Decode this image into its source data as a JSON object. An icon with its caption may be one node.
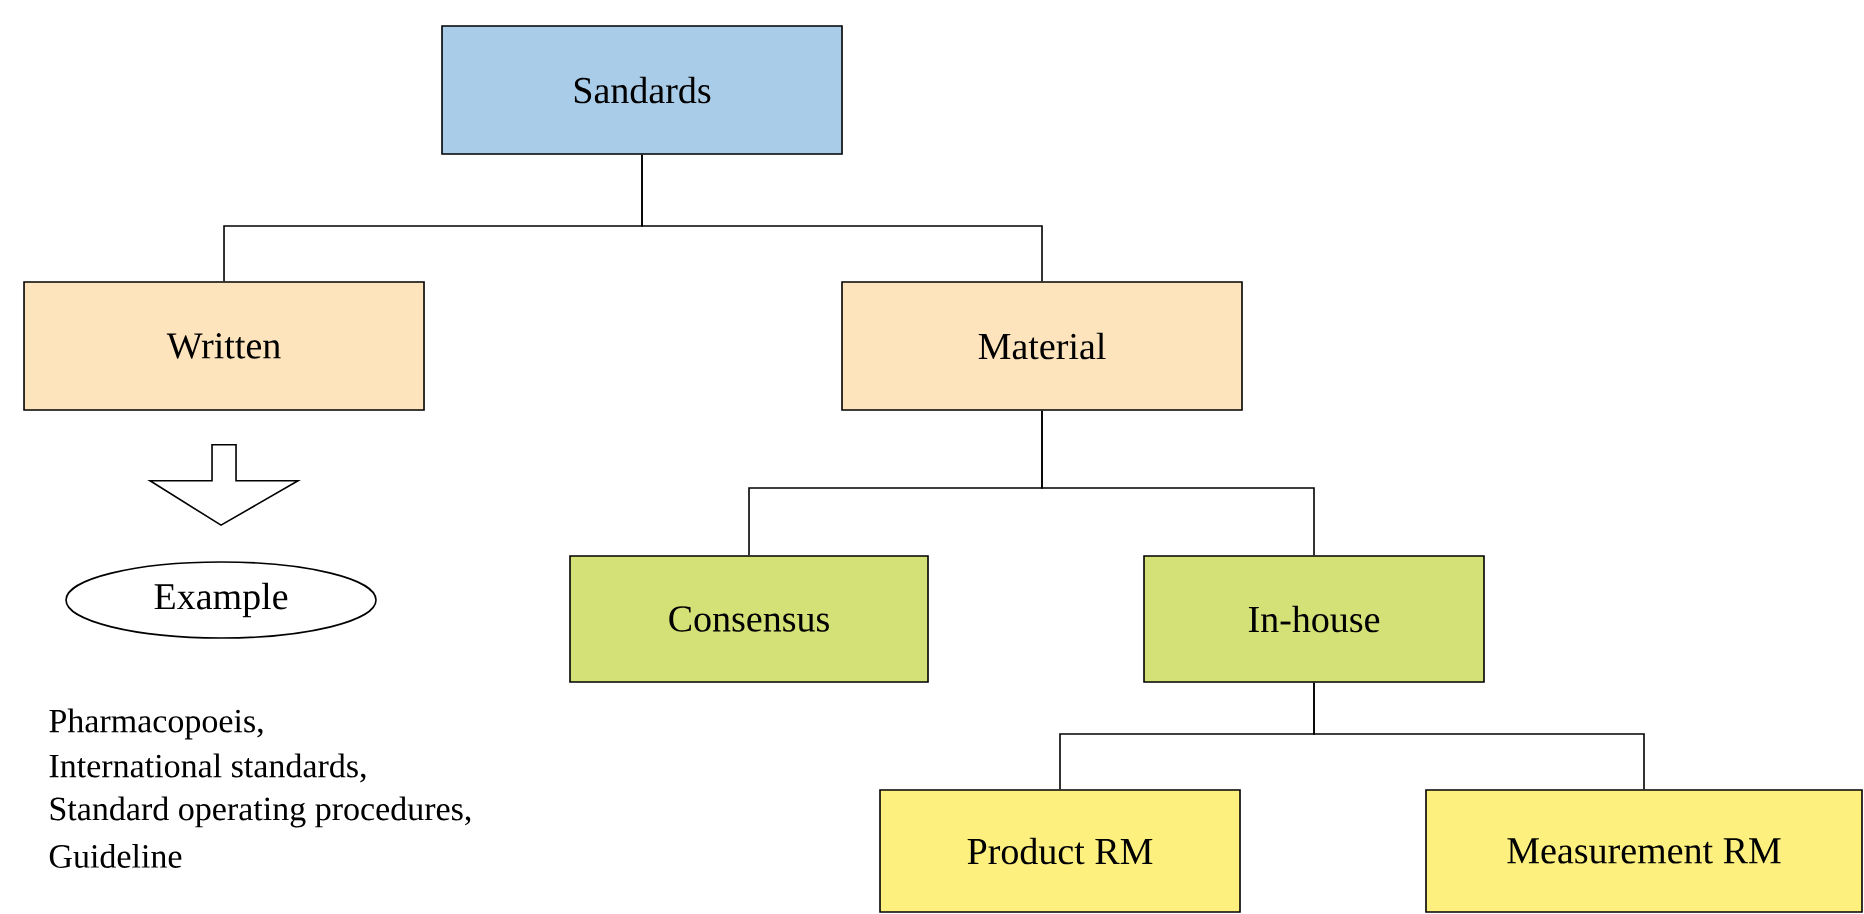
{
  "diagram": {
    "nodes": [
      {
        "text": [
          "Sandards"
        ]
      },
      {
        "text": [
          "Written"
        ]
      },
      {
        "text": [
          "Material"
        ]
      },
      {
        "text": [
          "Consensus"
        ]
      },
      {
        "text": [
          "In-house"
        ]
      },
      {
        "text": [
          "Product RM"
        ]
      },
      {
        "text": [
          "Measurement RM"
        ]
      },
      {
        "text": [
          "Example"
        ]
      }
    ],
    "edges": [
      {
        "from": 0,
        "to": 1,
        "arrow": "none"
      },
      {
        "from": 0,
        "to": 2,
        "arrow": "none"
      },
      {
        "from": 2,
        "to": 3,
        "arrow": "none"
      },
      {
        "from": 2,
        "to": 4,
        "arrow": "none"
      },
      {
        "from": 4,
        "to": 5,
        "arrow": "none"
      },
      {
        "from": 4,
        "to": 6,
        "arrow": "none"
      },
      {
        "from": 1,
        "to": 7,
        "arrow": "to",
        "style": "thick"
      }
    ],
    "labels": [
      "Pharmacopoeis,",
      "International standards,",
      "Standard operating procedures,",
      "Guideline"
    ]
  }
}
